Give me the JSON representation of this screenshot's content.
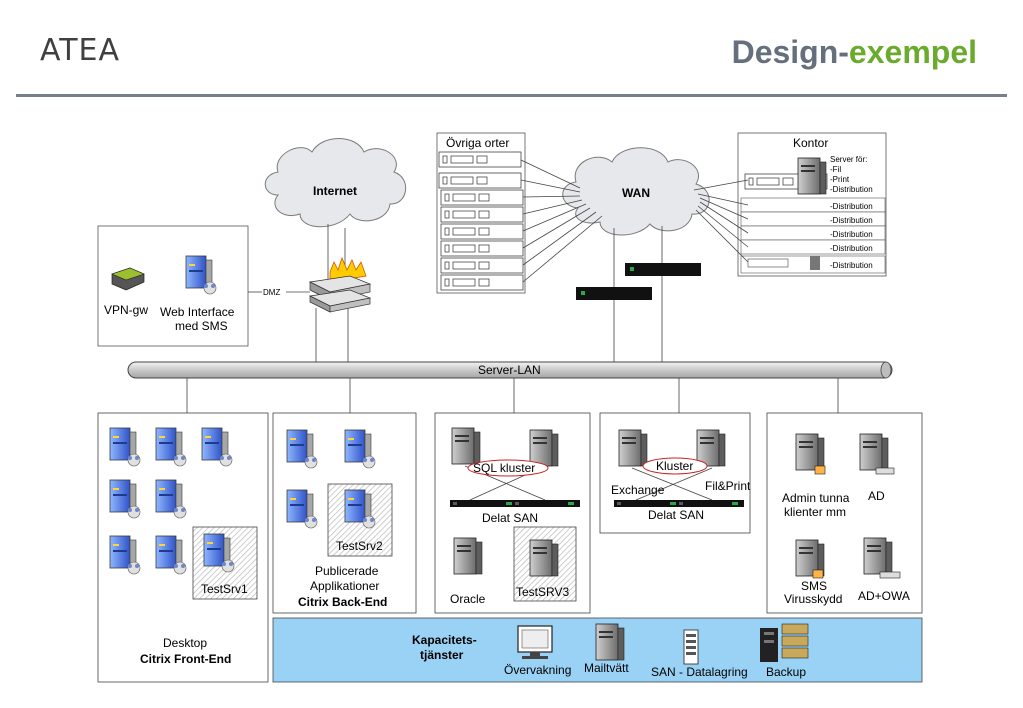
{
  "header": {
    "logo": "ATEA",
    "title_part1": "Design-",
    "title_part2": "exempel"
  },
  "top": {
    "internet": "Internet",
    "wan": "WAN",
    "ovriga_orter": "Övriga orter",
    "kontor": "Kontor",
    "server_for": "Server för:",
    "fil": "-Fil",
    "print": "-Print",
    "distribution": "-Distribution",
    "vpn": "VPN-gw",
    "web_interface": "Web Interface",
    "med_sms": "med SMS",
    "dmz": "DMZ"
  },
  "server_lan": "Server-LAN",
  "boxes": {
    "desktop": "Desktop",
    "citrix_front": "Citrix Front-End",
    "testsrv1": "TestSrv1",
    "testsrv2": "TestSrv2",
    "publicerade": "Publicerade",
    "applikationer": "Applikationer",
    "citrix_back": "Citrix Back-End",
    "sql_kluster": "SQL kluster",
    "delat_san_1": "Delat SAN",
    "oracle": "Oracle",
    "testsrv3": "TestSRV3",
    "kluster": "Kluster",
    "exchange": "Exchange",
    "filprint": "Fil&Print",
    "delat_san_2": "Delat SAN",
    "admin1": "Admin tunna",
    "admin2": "klienter mm",
    "ad": "AD",
    "sms": "SMS",
    "virusskydd": "Virusskydd",
    "adowa": "AD+OWA"
  },
  "services": {
    "title1": "Kapacitets-",
    "title2": "tjänster",
    "overvakning": "Övervakning",
    "mailtvatt": "Mailtvätt",
    "san": "SAN - Datalagring",
    "backup": "Backup"
  }
}
